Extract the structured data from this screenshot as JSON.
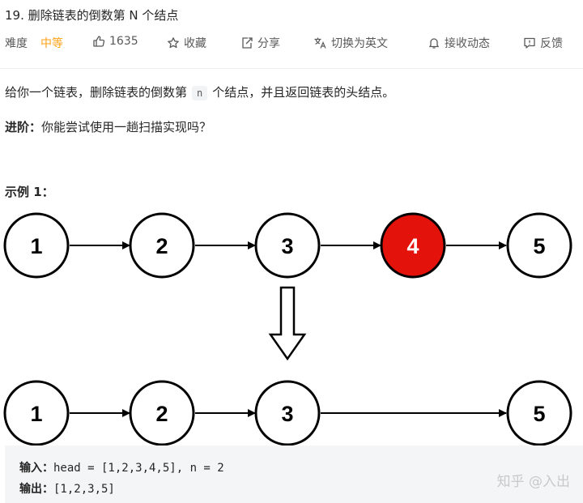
{
  "problem": {
    "title": "19. 删除链表的倒数第 N 个结点"
  },
  "toolbar": {
    "difficulty_label": "难度",
    "difficulty_value": "中等",
    "likes": "1635",
    "favorite": "收藏",
    "share": "分享",
    "switch_lang": "切换为英文",
    "subscribe": "接收动态",
    "feedback": "反馈",
    "difficulty_color": "#ffa116"
  },
  "description": {
    "before": "给你一个链表，删除链表的倒数第",
    "code": "n",
    "after": "个结点，并且返回链表的头结点。"
  },
  "advanced": {
    "label": "进阶：",
    "text": "你能尝试使用一趟扫描实现吗？"
  },
  "example": {
    "title": "示例 1："
  },
  "diagram": {
    "before_nodes": [
      "1",
      "2",
      "3",
      "4",
      "5"
    ],
    "after_nodes": [
      "1",
      "2",
      "3",
      "5"
    ],
    "removed_node": "4",
    "highlight_color": "#e3120b"
  },
  "io": {
    "input_label": "输入：",
    "input_value": "head = [1,2,3,4,5], n = 2",
    "output_label": "输出：",
    "output_value": "[1,2,3,5]"
  },
  "watermark": "知乎 @入出"
}
